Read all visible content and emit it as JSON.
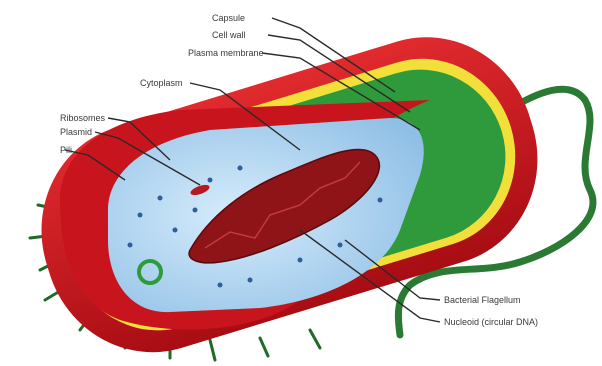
{
  "labels": {
    "capsule": "Capsule",
    "cell_wall": "Cell wall",
    "plasma_membrane": "Plasma membrane",
    "cytoplasm": "Cytoplasm",
    "ribosomes": "Ribosomes",
    "plasmid": "Plasmid",
    "pili": "Pili",
    "flagellum": "Bacterial Flagellum",
    "nucleoid": "Nucleoid (circular DNA)"
  },
  "colors": {
    "capsule": "#c8141c",
    "capsule_dark": "#8e0a10",
    "cell_wall": "#f2df3a",
    "plasma_membrane": "#2f9a3c",
    "cytoplasm": "#a9d2f0",
    "nucleoid": "#8e1418",
    "flagellum": "#2a7a34",
    "pili": "#1f6a2a"
  }
}
